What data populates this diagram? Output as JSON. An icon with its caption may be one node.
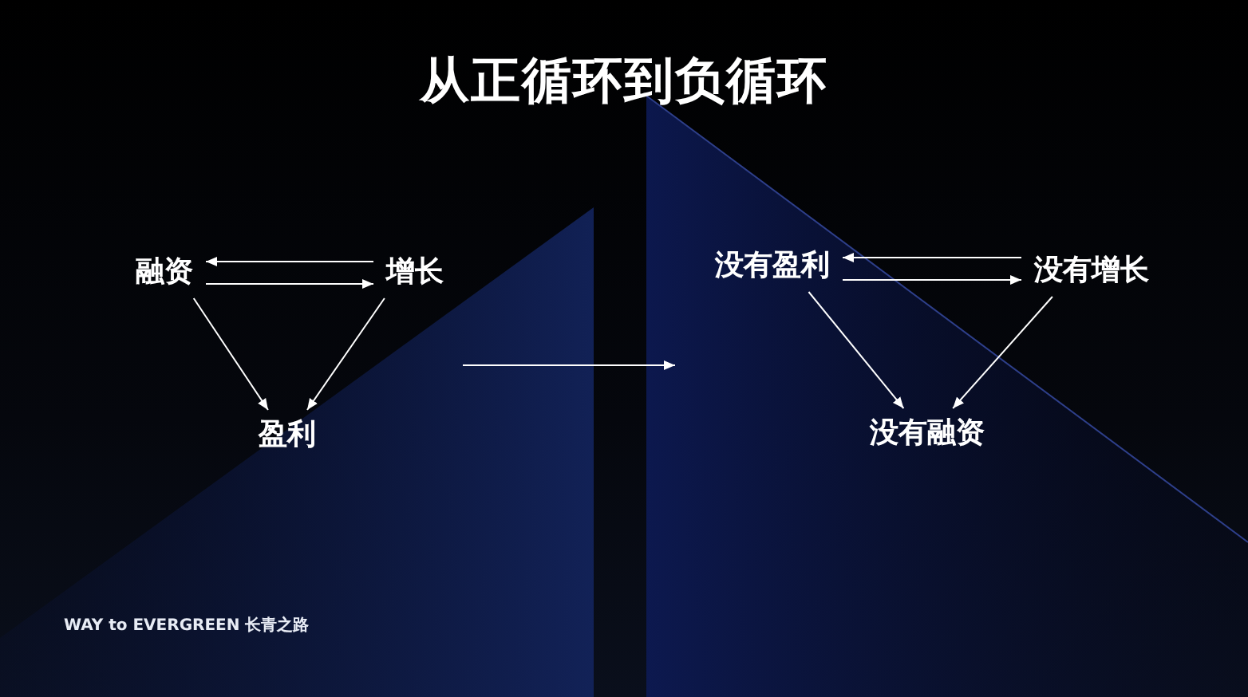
{
  "diagram": {
    "title": "从正循环到负循环",
    "nodes": [
      {
        "text": [
          "融资"
        ]
      },
      {
        "text": [
          "增长"
        ]
      },
      {
        "text": [
          "盈利"
        ]
      },
      {
        "text": [
          "没有盈利"
        ]
      },
      {
        "text": [
          "没有增长"
        ]
      },
      {
        "text": [
          "没有融资"
        ]
      }
    ],
    "edges": [
      {
        "from": 1,
        "to": 0,
        "arrow": "to"
      },
      {
        "from": 0,
        "to": 1,
        "arrow": "to"
      },
      {
        "from": 0,
        "to": 2,
        "arrow": "to"
      },
      {
        "from": 1,
        "to": 2,
        "arrow": "to"
      },
      {
        "from": 4,
        "to": 3,
        "arrow": "to"
      },
      {
        "from": 3,
        "to": 4,
        "arrow": "to"
      },
      {
        "from": 3,
        "to": 5,
        "arrow": "to"
      },
      {
        "from": 4,
        "to": 5,
        "arrow": "to"
      }
    ],
    "labels": [
      "WAY to EVERGREEN 长青之路"
    ]
  }
}
